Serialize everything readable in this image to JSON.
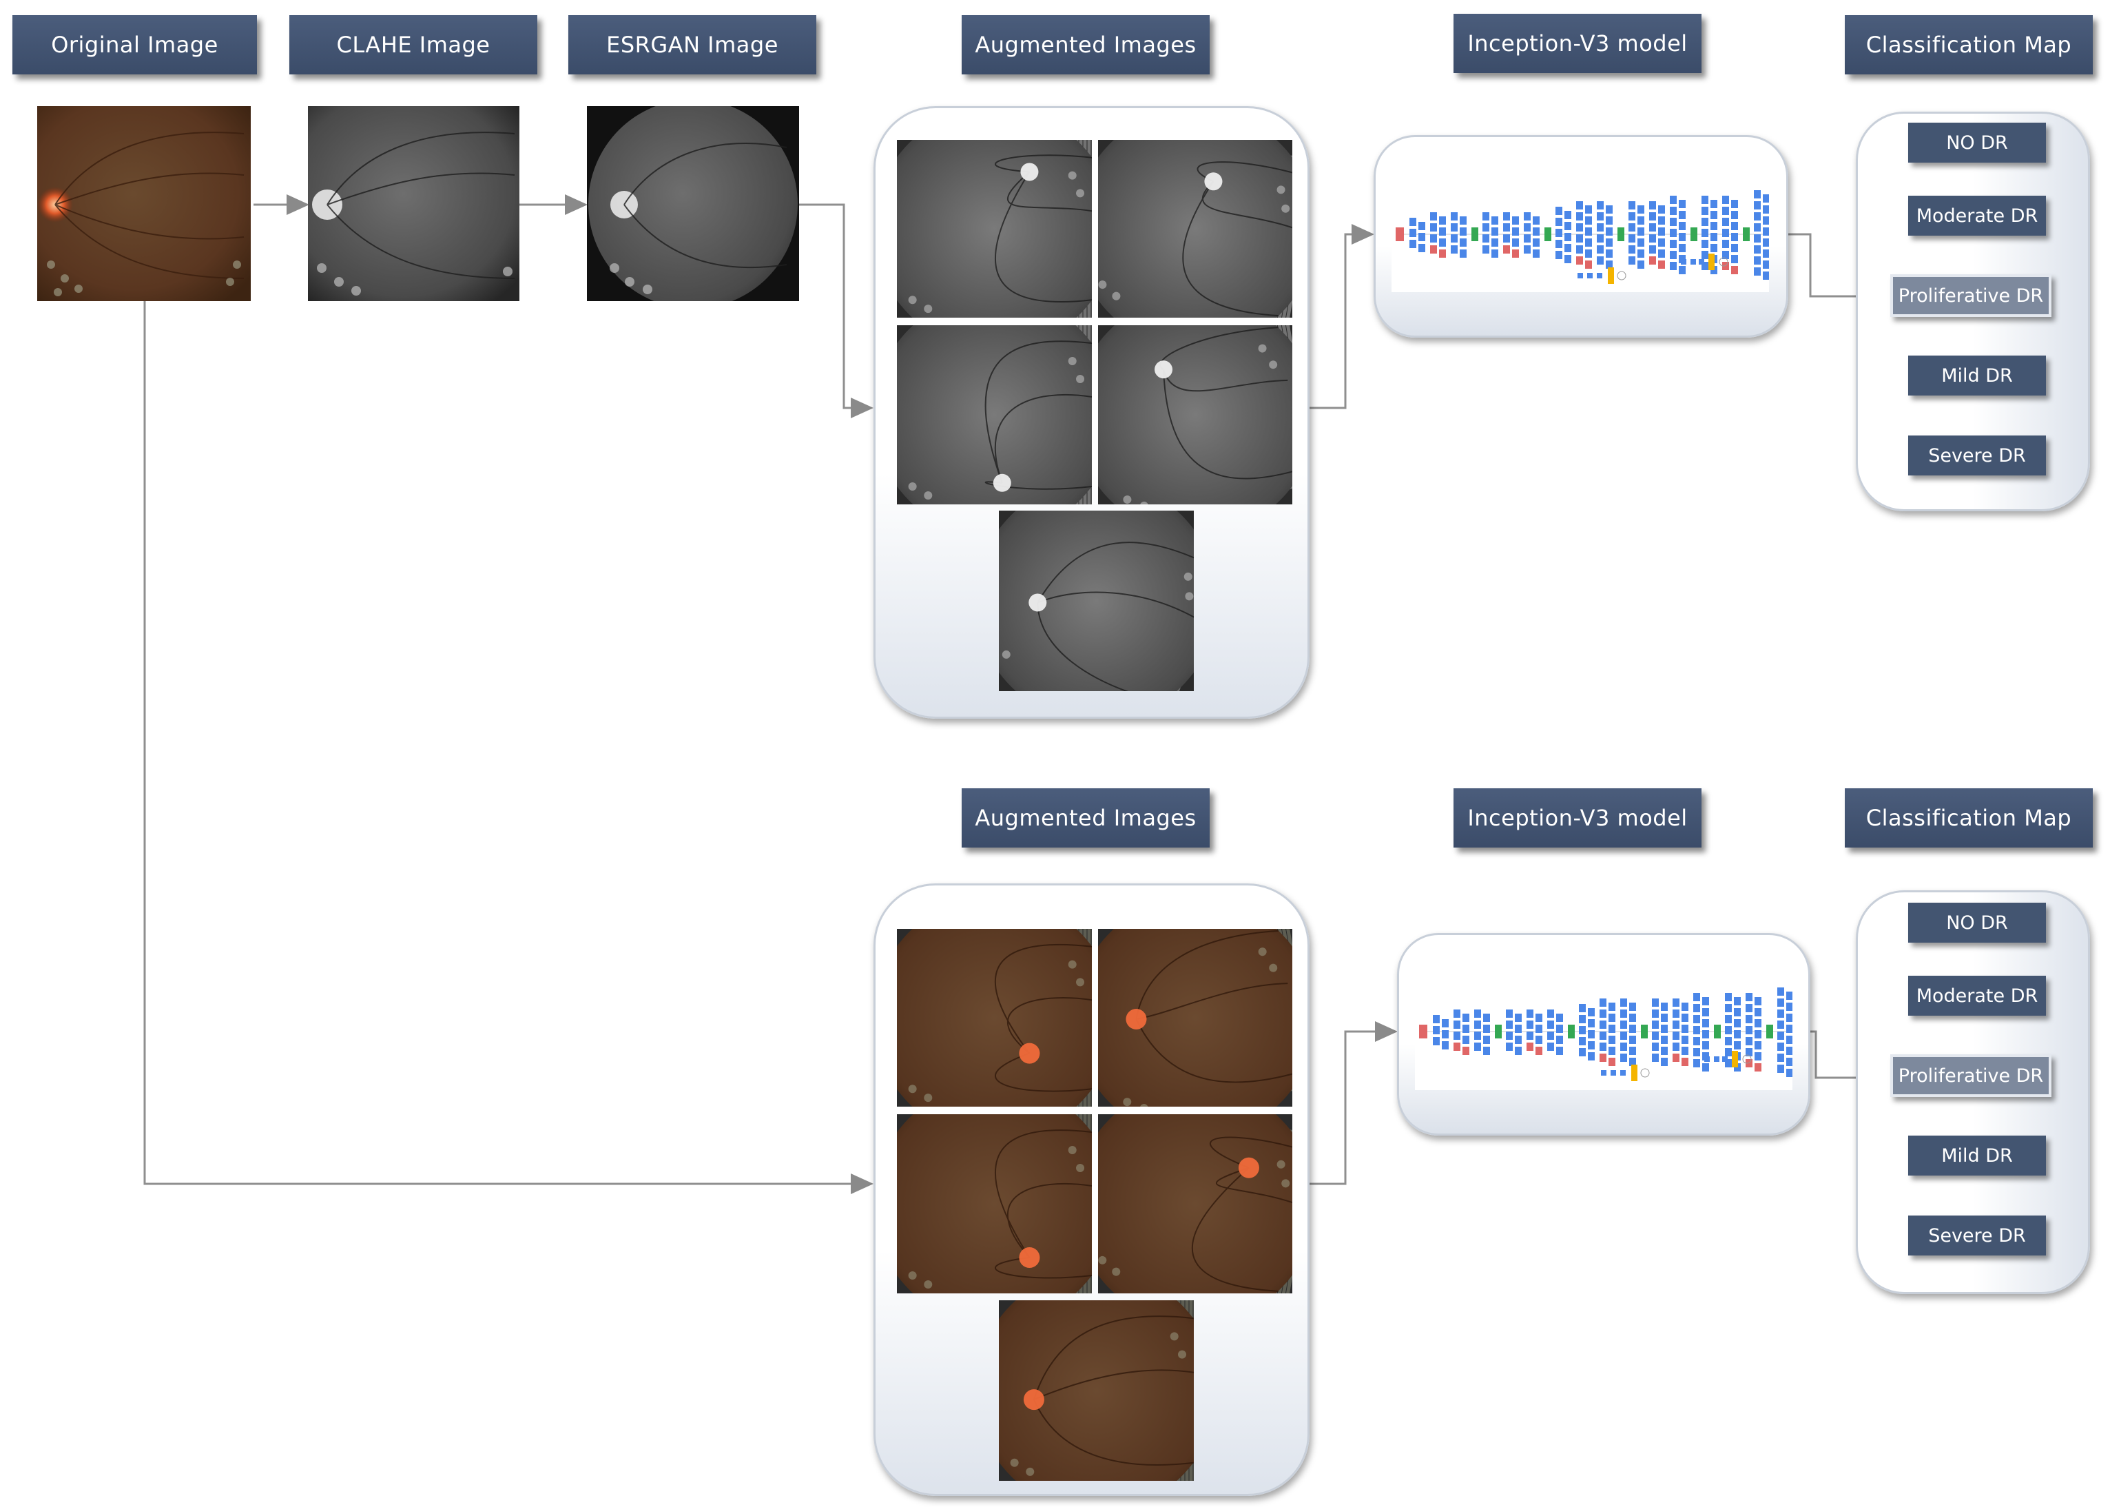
{
  "headers": {
    "original": "Original Image",
    "clahe": "CLAHE Image",
    "esrgan": "ESRGAN Image",
    "augmented_top": "Augmented Images",
    "model_top": "Inception-V3 model",
    "classmap_top": "Classification Map",
    "augmented_bottom": "Augmented Images",
    "model_bottom": "Inception-V3 model",
    "classmap_bottom": "Classification Map"
  },
  "classes_top": [
    "NO DR",
    "Moderate DR",
    "Proliferative  DR",
    "Mild DR",
    "Severe  DR"
  ],
  "classes_bottom": [
    "NO DR",
    "Moderate DR",
    "Proliferative  DR",
    "Mild DR",
    "Severe  DR"
  ],
  "highlighted_class": "Proliferative  DR",
  "colors": {
    "header_bg": "#3f506d",
    "class_bg": "#435571",
    "fundus_color": "#6b3c22",
    "fundus_gray": "#5a5a5a",
    "net_blue": "#4a86e8",
    "net_red": "#e06666",
    "net_green": "#34a853",
    "net_yellow": "#f4b400"
  }
}
